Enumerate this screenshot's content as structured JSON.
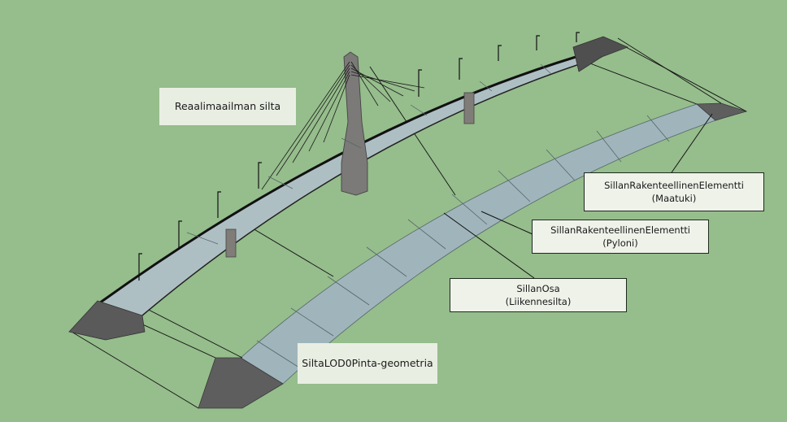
{
  "labels": {
    "real_world_bridge": "Reaalimaailman silta",
    "lod0_geometry": "SiltaLOD0Pinta-geometria",
    "abutment": {
      "line1": "SillanRakenteellinenElementti",
      "line2": "(Maatuki)"
    },
    "pylon": {
      "line1": "SillanRakenteellinenElementti",
      "line2": "(Pyloni)"
    },
    "bridge_part": {
      "line1": "SillanOsa",
      "line2": "(Liikennesilta)"
    }
  },
  "colors": {
    "background": "#96bd8c",
    "deck": "#9fb5bb",
    "abutment": "#5e5e5e",
    "structure": "#7c7a78",
    "line": "#111111"
  }
}
